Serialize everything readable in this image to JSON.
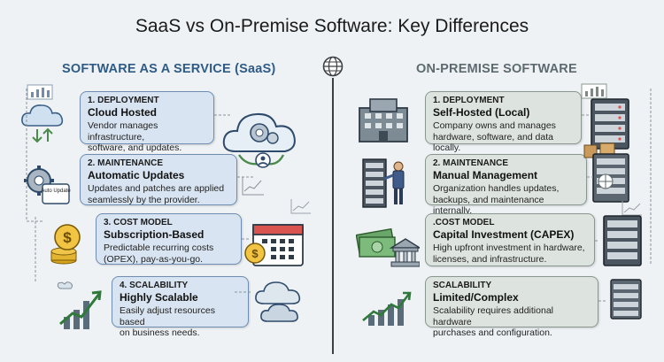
{
  "title": "SaaS vs On-Premise Software: Key Differences",
  "saas": {
    "heading": "SOFTWARE AS A SERVICE (SaaS)",
    "items": [
      {
        "key": "1. DEPLOYMENT",
        "headline": "Cloud Hosted",
        "desc1": "Vendor manages infrastructure,",
        "desc2": "software, and updates."
      },
      {
        "key": "2. MAINTENANCE",
        "headline": "Automatic Updates",
        "desc1": "Updates and patches are applied",
        "desc2": "seamlessly by the provider."
      },
      {
        "key": "3. COST MODEL",
        "headline": "Subscription-Based",
        "desc1": "Predictable recurring costs",
        "desc2": "(OPEX), pay-as-you-go."
      },
      {
        "key": "4. SCALABILITY",
        "headline": "Highly Scalable",
        "desc1": "Easily adjust resources based",
        "desc2": "on business needs."
      }
    ],
    "badge": "Auto Update"
  },
  "onprem": {
    "heading": "ON-PREMISE SOFTWARE",
    "items": [
      {
        "key": "1. DEPLOYMENT",
        "headline": "Self-Hosted (Local)",
        "desc1": "Company owns and manages",
        "desc2": "hardware, software, and data locally."
      },
      {
        "key": "2. MAINTENANCE",
        "headline": "Manual Management",
        "desc1": "Organization handles updates,",
        "desc2": "backups, and maintenance internally."
      },
      {
        "key": ".COST MODEL",
        "headline": "Capital Investment (CAPEX)",
        "desc1": "High upfront investment in hardware,",
        "desc2": "licenses, and infrastructure."
      },
      {
        "key": "SCALABILITY",
        "headline": "Limited/Complex",
        "desc1": "Scalability requires additional hardware",
        "desc2": "purchases and configuration."
      }
    ]
  },
  "icons": {
    "globe": "globe-icon",
    "cloud": "cloud-icon",
    "gear": "gear-icon",
    "coins": "coins-icon",
    "calendar": "calendar-icon",
    "growth": "growth-chart-icon",
    "building": "building-icon",
    "server": "server-rack-icon",
    "cash": "cash-icon",
    "bank": "bank-icon",
    "technician": "technician-icon"
  },
  "colors": {
    "saas_accent": "#2f5b86",
    "onprem_accent": "#5d6a6f",
    "saas_card": "#d8e4f1",
    "onprem_card": "#dde3df"
  }
}
